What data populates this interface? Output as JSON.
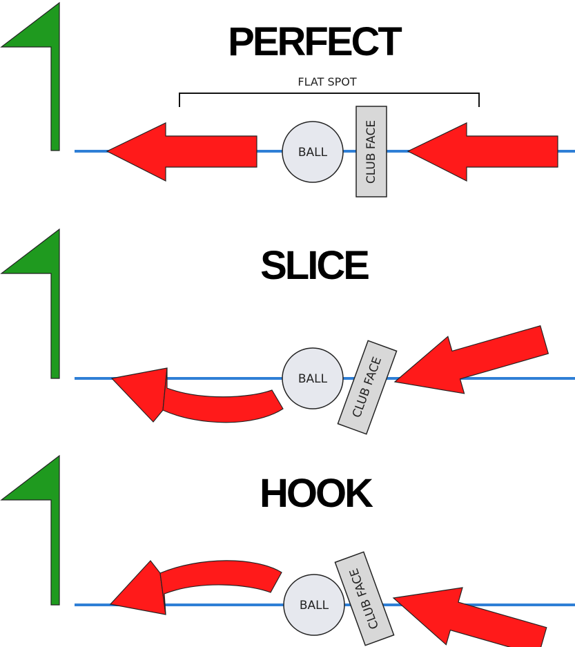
{
  "colors": {
    "flag": "#1f9a1f",
    "arrow": "#ff1a1a",
    "target_line": "#2f7fd6",
    "ball_fill": "#e6e8ee",
    "club_fill": "#d8d8d8",
    "outline": "#222222"
  },
  "icons": [
    "flag-icon",
    "arrow-icon"
  ],
  "panels": [
    {
      "id": "perfect",
      "title": "PERFECT",
      "bracket_label": "FLAT SPOT",
      "ball_label": "BALL",
      "club_label": "CLUB FACE",
      "ball_flight": "straight",
      "club_angle_deg": 0
    },
    {
      "id": "slice",
      "title": "SLICE",
      "ball_label": "BALL",
      "club_label": "CLUB FACE",
      "ball_flight": "curves-down",
      "club_angle_deg": 20
    },
    {
      "id": "hook",
      "title": "HOOK",
      "ball_label": "BALL",
      "club_label": "CLUB FACE",
      "ball_flight": "curves-up",
      "club_angle_deg": -20
    }
  ]
}
